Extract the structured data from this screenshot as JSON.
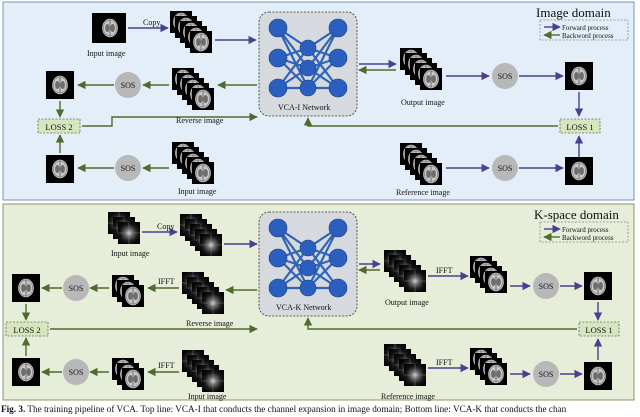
{
  "panels": {
    "image": {
      "title": "Image domain",
      "legend": {
        "forward": "Forward process",
        "backward": "Backword process"
      },
      "network_label": "VCA-I  Network",
      "labels": {
        "input_image_top": "Input image",
        "copy": "Copy",
        "output_image": "Output image",
        "reverse_image": "Reverse image",
        "input_image_bottom": "Input image",
        "reference_image": "Reference image",
        "loss1": "LOSS 1",
        "loss2": "LOSS 2",
        "sos": "SOS"
      }
    },
    "kspace": {
      "title": "K-space domain",
      "legend": {
        "forward": "Forward process",
        "backward": "Backword process"
      },
      "network_label": "VCA-K  Network",
      "labels": {
        "input_image_top": "Input image",
        "copy": "Copy",
        "output_image": "Output image",
        "reverse_image": "Reverse image",
        "input_image_bottom": "Input image",
        "reference_image": "Reference image",
        "loss1": "LOSS 1",
        "loss2": "LOSS 2",
        "sos": "SOS",
        "ifft": "IFFT"
      }
    }
  },
  "colors": {
    "image_panel_bg": "#e3eef8",
    "kspace_panel_bg": "#e6edd8",
    "forward_arrow": "#4b3f8f",
    "backward_arrow": "#4f6b2e",
    "sos_circle": "#b8b8b8",
    "loss_box": "#d8e6bf"
  },
  "caption": {
    "prefix": "Fig. 3.",
    "text": " The training pipeline of VCA. Top line: VCA-I that conducts the channel expansion in image domain; Bottom line: VCA-K that conducts the chan"
  }
}
